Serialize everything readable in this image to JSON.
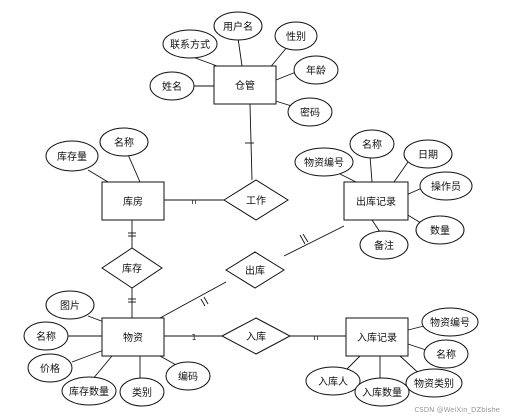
{
  "diagram": {
    "entities": {
      "warehouse_keeper": "仓管",
      "warehouse": "库房",
      "outbound_record": "出库记录",
      "goods": "物资",
      "inbound_record": "入库记录"
    },
    "relationships": {
      "work": "工作",
      "stock": "库存",
      "outbound": "出库",
      "inbound": "入库"
    },
    "attributes": {
      "keeper_username": "用户名",
      "keeper_contact": "联系方式",
      "keeper_gender": "性别",
      "keeper_name": "姓名",
      "keeper_age": "年龄",
      "keeper_password": "密码",
      "warehouse_name": "名称",
      "warehouse_stock": "库存量",
      "out_name": "名称",
      "out_date": "日期",
      "out_goods_code": "物资编号",
      "out_operator": "操作员",
      "out_quantity": "数量",
      "out_note": "备注",
      "goods_image": "图片",
      "goods_name": "名称",
      "goods_price": "价格",
      "goods_stock_qty": "库存数量",
      "goods_category": "类别",
      "goods_code": "编码",
      "in_goods_code": "物资编号",
      "in_name": "名称",
      "in_goods_category": "物资类别",
      "in_inbound_person": "入库人",
      "in_quantity": "入库数量"
    },
    "cardinality": {
      "warehouse_work": "n",
      "goods_inbound": "1",
      "inbound_record": "n"
    }
  },
  "watermark": "CSDN @WeiXin_DZbishe"
}
